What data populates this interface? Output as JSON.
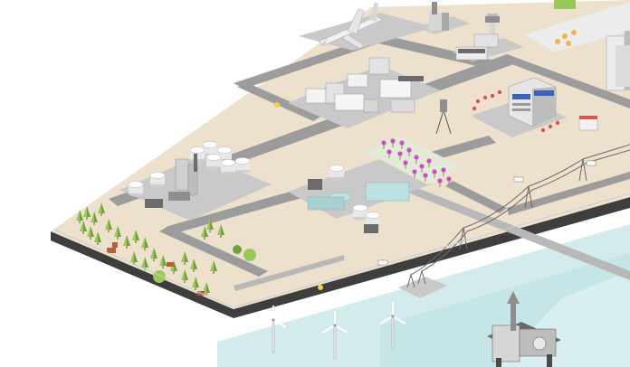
{
  "scene": {
    "subject": "isometric-industrial-port-illustration",
    "palette": {
      "background": "#ffffff",
      "ground": "#ede0cc",
      "ground_edge": "#dccbb0",
      "road": "#9c9c9c",
      "road_light": "#b8b8b8",
      "plot": "#c9c9c9",
      "slab_dark": "#3e3e3e",
      "water": "#d3ebec",
      "water_deep": "#bde0e3",
      "building_light": "#f2f2f2",
      "building_mid": "#cfcfcf",
      "building_dark": "#8e8e8e",
      "accent_blue": "#3a63b5",
      "accent_magenta": "#c94fc8",
      "accent_red": "#d65555",
      "tree_green": "#9cc85a",
      "tree_dark": "#6fa23c",
      "animal": "#b5603a"
    },
    "zones": [
      {
        "id": "airport",
        "icon": "airplane-icon"
      },
      {
        "id": "control-tower",
        "icon": "tower-icon"
      },
      {
        "id": "factory-complex",
        "icon": "factory-icon"
      },
      {
        "id": "office-hq",
        "icon": "office-building-icon"
      },
      {
        "id": "refinery",
        "icon": "storage-tank-icon"
      },
      {
        "id": "water-treatment",
        "icon": "water-treatment-icon"
      },
      {
        "id": "greenhouse-farm",
        "icon": "greenhouse-icon"
      },
      {
        "id": "power-substation",
        "icon": "power-line-icon"
      },
      {
        "id": "forest",
        "icon": "tree-icon"
      },
      {
        "id": "wind-farm",
        "icon": "wind-turbine-icon"
      },
      {
        "id": "offshore-rig",
        "icon": "oil-rig-icon"
      }
    ]
  }
}
